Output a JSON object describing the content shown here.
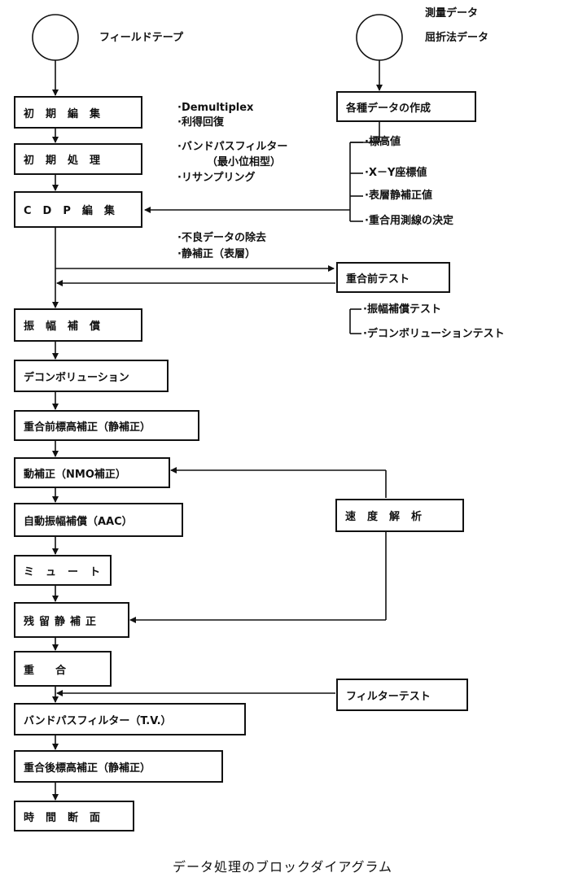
{
  "tape_label": "フィールドテープ",
  "survey_labels": [
    "測量データ",
    "屈折法データ"
  ],
  "main_steps": [
    "初期編集",
    "初期処理",
    "CDP編集",
    "振幅補償",
    "デコンボリューション",
    "重合前標高補正（静補正）",
    "動補正（NMO補正）",
    "自動振幅補償（AAC）",
    "ミュート",
    "残留静補正",
    "重合",
    "バンドパスフィルター（T.V.）",
    "重合後標高補正（静補正）",
    "時間断面"
  ],
  "side_boxes": {
    "data_creation": "各種データの作成",
    "pre_stack_test": "重合前テスト",
    "velocity_analysis": "速度解析",
    "filter_test": "フィルターテスト"
  },
  "annotations": {
    "initial_edit": [
      "·Demultiplex",
      "·利得回復"
    ],
    "initial_processing": [
      "·バンドパスフィルター",
      "（最小位相型）",
      "·リサンプリング"
    ],
    "cdp_edit": [
      "·不良データの除去",
      "·静補正（表層）"
    ]
  },
  "data_creation_items": [
    "·標高値",
    "·X－Y座標値",
    "·表層静補正値",
    "·重合用測線の決定"
  ],
  "pre_stack_test_items": [
    "·振幅補償テスト",
    "·デコンボリューションテスト"
  ],
  "caption": "データ処理のブロックダイアグラム"
}
